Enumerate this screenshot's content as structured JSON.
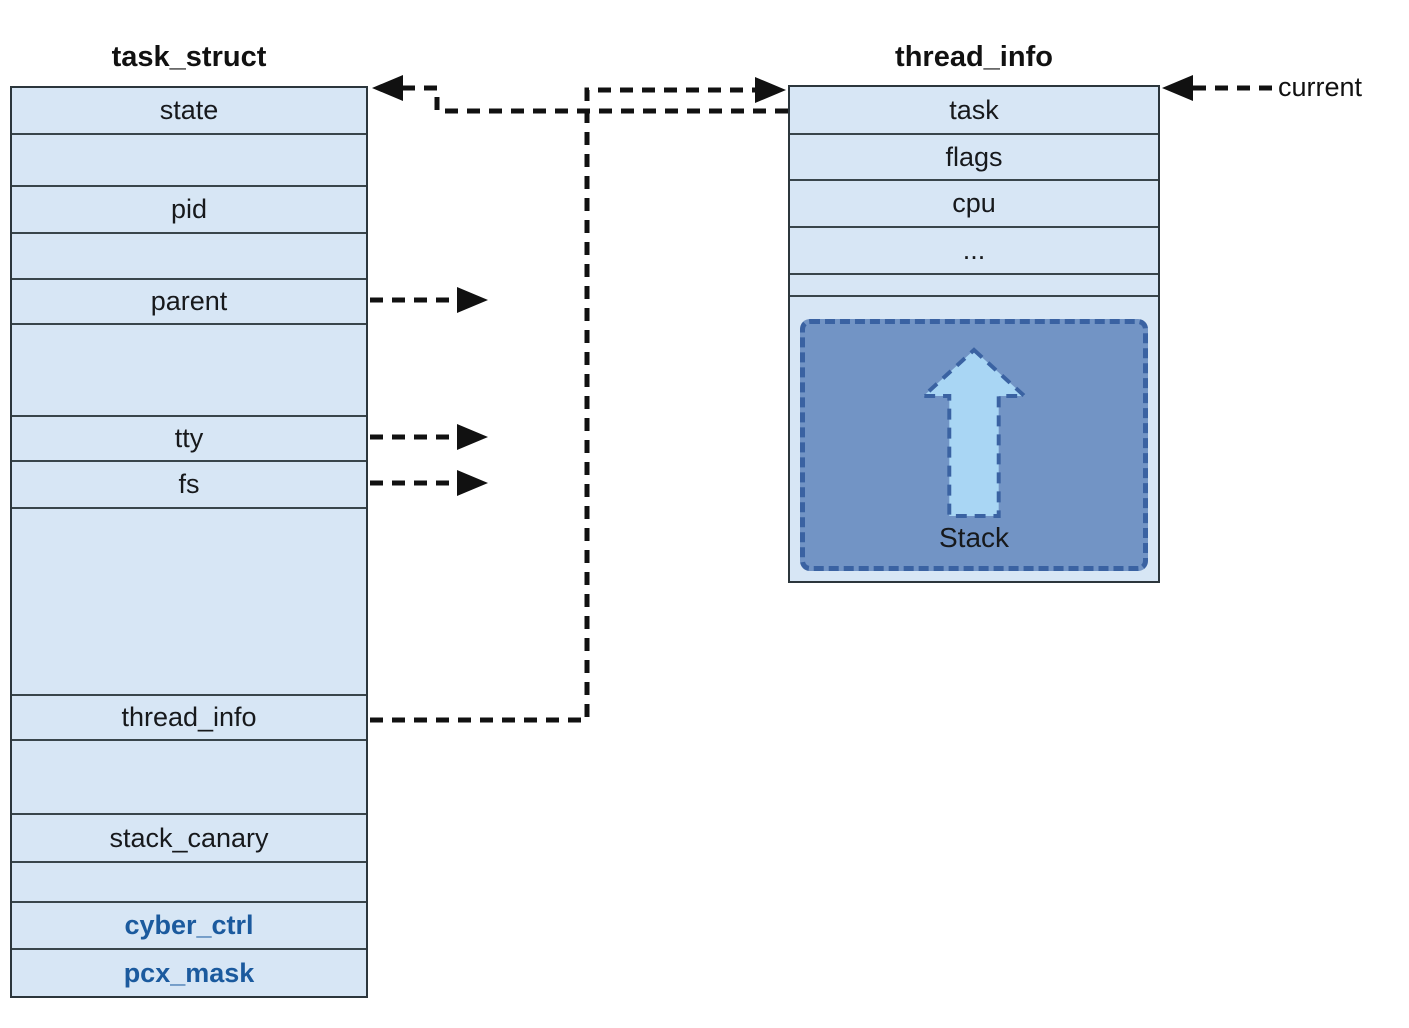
{
  "left_table": {
    "title": "task_struct",
    "rows": [
      {
        "label": "state"
      },
      {
        "label": ""
      },
      {
        "label": "pid"
      },
      {
        "label": ""
      },
      {
        "label": "parent"
      },
      {
        "label": ""
      },
      {
        "label": "tty"
      },
      {
        "label": "fs"
      },
      {
        "label": ""
      },
      {
        "label": "thread_info"
      },
      {
        "label": ""
      },
      {
        "label": "stack_canary"
      },
      {
        "label": ""
      },
      {
        "label": "cyber_ctrl",
        "emphasis": true
      },
      {
        "label": "pcx_mask",
        "emphasis": true
      }
    ]
  },
  "right_table": {
    "title": "thread_info",
    "rows": [
      {
        "label": "task"
      },
      {
        "label": "flags"
      },
      {
        "label": "cpu"
      },
      {
        "label": "..."
      },
      {
        "label": ""
      }
    ],
    "stack_label": "Stack"
  },
  "annotations": {
    "current_label": "current"
  },
  "connectors": [
    {
      "name": "task-to-task-struct",
      "from": "thread_info.task",
      "to": "task_struct",
      "style": "dashed"
    },
    {
      "name": "thread-info-field-to-thread-info",
      "from": "task_struct.thread_info",
      "to": "thread_info",
      "style": "dashed"
    },
    {
      "name": "parent-pointer",
      "from": "task_struct.parent",
      "style": "dashed"
    },
    {
      "name": "tty-pointer",
      "from": "task_struct.tty",
      "style": "dashed"
    },
    {
      "name": "fs-pointer",
      "from": "task_struct.fs",
      "style": "dashed"
    },
    {
      "name": "current-pointer",
      "from": "current",
      "to": "thread_info",
      "style": "dashed"
    }
  ],
  "colors": {
    "cell_fill": "#d7e6f5",
    "cell_border": "#39454b",
    "stack_fill": "#7294c5",
    "stack_border": "#3a62a2",
    "stack_arrow_fill": "#a9d6f4",
    "connector": "#111111",
    "emphasis_text": "#1b5a9e",
    "label_text": "#17191c"
  }
}
